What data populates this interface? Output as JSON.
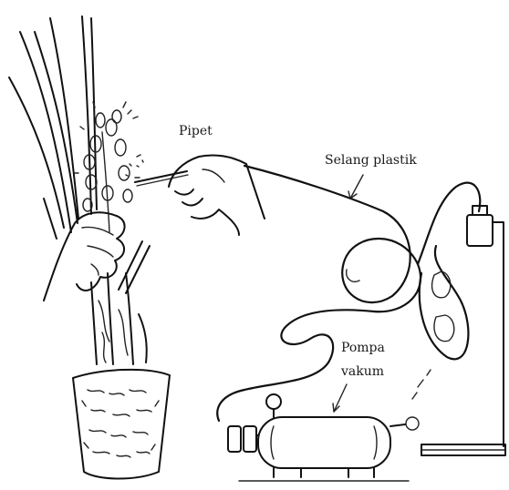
{
  "labels": {
    "pipette": "Pipet",
    "hose": "Selang plastik",
    "pump_line1": "Pompa",
    "pump_line2": "vakum"
  },
  "colors": {
    "ink": "#111111",
    "background": "#ffffff"
  }
}
